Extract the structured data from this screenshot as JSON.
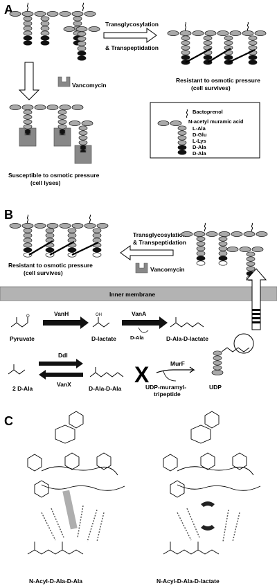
{
  "panel_a": {
    "letter": "A",
    "process": [
      "Transglycosylation",
      "& Transpeptidation"
    ],
    "drug": "Vancomycin",
    "resistant": [
      "Resistant to osmotic pressure",
      "(cell survives)"
    ],
    "susceptible": [
      "Susceptible to osmotic pressure",
      "(cell lyses)"
    ],
    "legend": [
      "Bactoprenol",
      "N-acetyl muramic acid",
      "L-Ala",
      "D-Glu",
      "L-Lys",
      "D-Ala",
      "D-Ala"
    ]
  },
  "panel_b": {
    "letter": "B",
    "process": [
      "Transglycosylation",
      "& Transpeptidation"
    ],
    "drug": "Vancomycin",
    "resistant": [
      "Resistant to osmotic pressure",
      "(cell survives)"
    ],
    "membrane": "Inner membrane",
    "enzymes": {
      "vanh": "VanH",
      "vana": "VanA",
      "vanx": "VanX",
      "ddl": "Ddl",
      "murf": "MurF"
    },
    "compounds": {
      "pyruvate": "Pyruvate",
      "d_lactate": "D-lactate",
      "d_ala": "D-Ala",
      "d_ala_d_lactate": "D-Ala-D-lactate",
      "two_d_ala": "2 D-Ala",
      "d_ala_d_ala": "D-Ala-D-Ala",
      "udp_muramyl": [
        "UDP-muramyl-",
        "tripeptide"
      ],
      "udp": "UDP"
    }
  },
  "panel_c": {
    "letter": "C",
    "left_caption": "N-Acyl-D-Ala-D-Ala",
    "right_caption": "N-Acyl-D-Ala-D-lactate"
  },
  "colors": {
    "gray": "#a9a9a9",
    "dark": "#111111",
    "membrane": "#b3b3b3",
    "highlight": "#9a9a9a"
  }
}
